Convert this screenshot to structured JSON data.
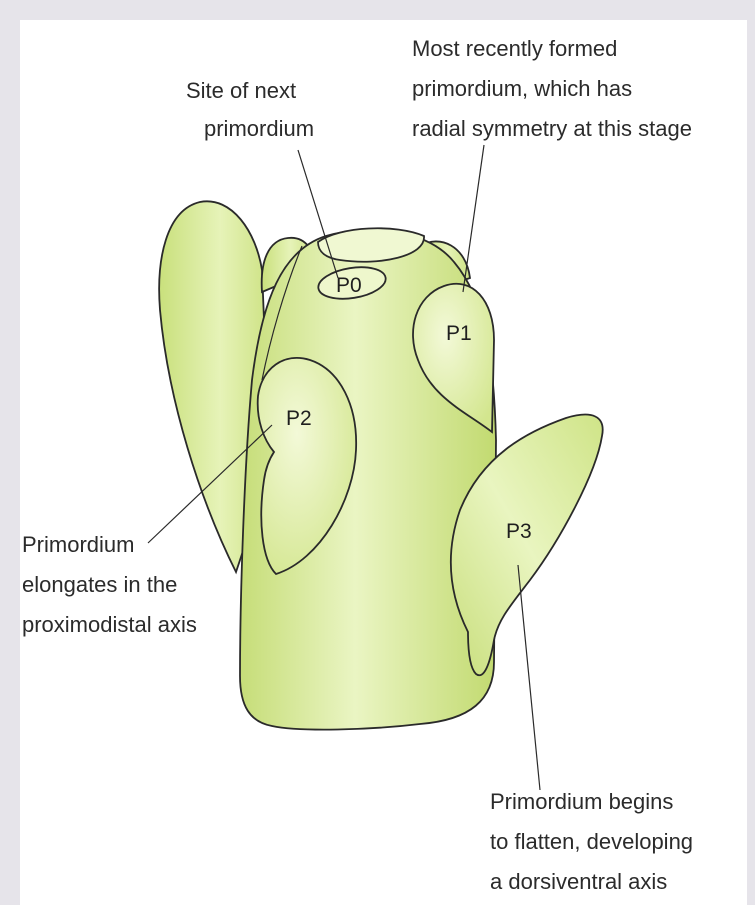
{
  "colors": {
    "frame": "#e6e4ea",
    "tissue_light": "#eaf5c4",
    "tissue_dark": "#c9e07c",
    "outline": "#2a2a2a"
  },
  "primordia": {
    "p0": "P0",
    "p1": "P1",
    "p2": "P2",
    "p3": "P3"
  },
  "annotations": {
    "next_site": [
      "Site of next",
      "primordium"
    ],
    "recent": [
      "Most recently formed",
      "primordium, which has",
      "radial symmetry at this stage"
    ],
    "elongates": [
      "Primordium",
      "elongates in the",
      "proximodistal axis"
    ],
    "flattens": [
      "Primordium begins",
      "to flatten, developing",
      "a dorsiventral axis"
    ]
  }
}
